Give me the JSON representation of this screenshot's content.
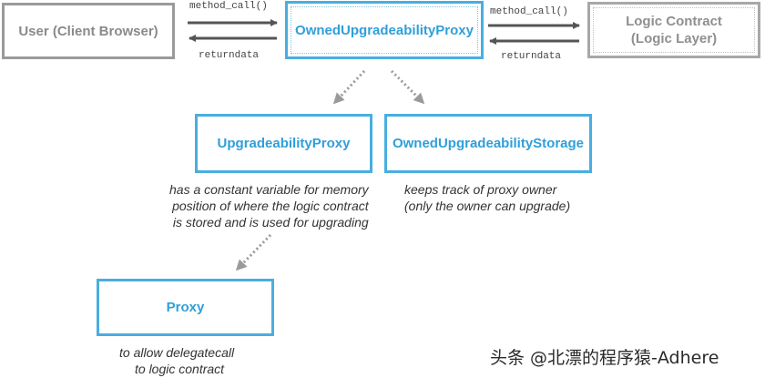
{
  "boxes": {
    "user": "User (Client Browser)",
    "owned_proxy": "OwnedUpgradeabilityProxy",
    "logic_line1": "Logic Contract",
    "logic_line2": "(Logic Layer)",
    "upgradeability_proxy": "UpgradeabilityProxy",
    "owned_storage": "OwnedUpgradeabilityStorage",
    "proxy": "Proxy"
  },
  "edges": {
    "left_call": "method_call()",
    "left_return": "returndata",
    "right_call": "method_call()",
    "right_return": "returndata"
  },
  "descriptions": {
    "upgradeability_proxy": [
      "has a constant variable for memory",
      "position of where the logic contract",
      "is stored and is used for upgrading"
    ],
    "owned_storage": [
      "keeps track of proxy owner",
      "(only the owner can upgrade)"
    ],
    "proxy": [
      "to allow delegatecall",
      "to logic contract"
    ]
  },
  "watermark": "头条 @北漂的程序猿-Adhere",
  "colors": {
    "blue": "#49aee0",
    "grey": "#9a9a9a"
  }
}
